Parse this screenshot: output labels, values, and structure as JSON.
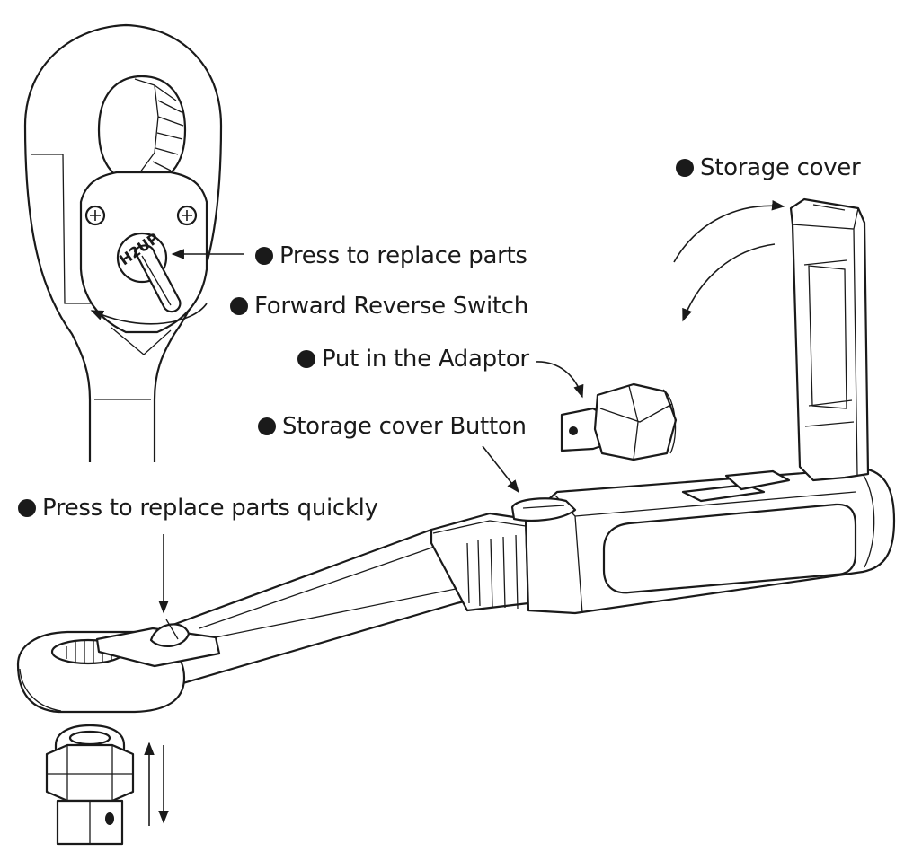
{
  "labels": {
    "storage_cover": "Storage cover",
    "press_replace": "Press to replace parts",
    "forward_reverse": "Forward Reverse Switch",
    "put_adaptor": "Put in the Adaptor",
    "storage_button": "Storage cover Button",
    "press_replace_quick": "Press to replace parts quickly"
  },
  "switch_marking": "H2UP"
}
